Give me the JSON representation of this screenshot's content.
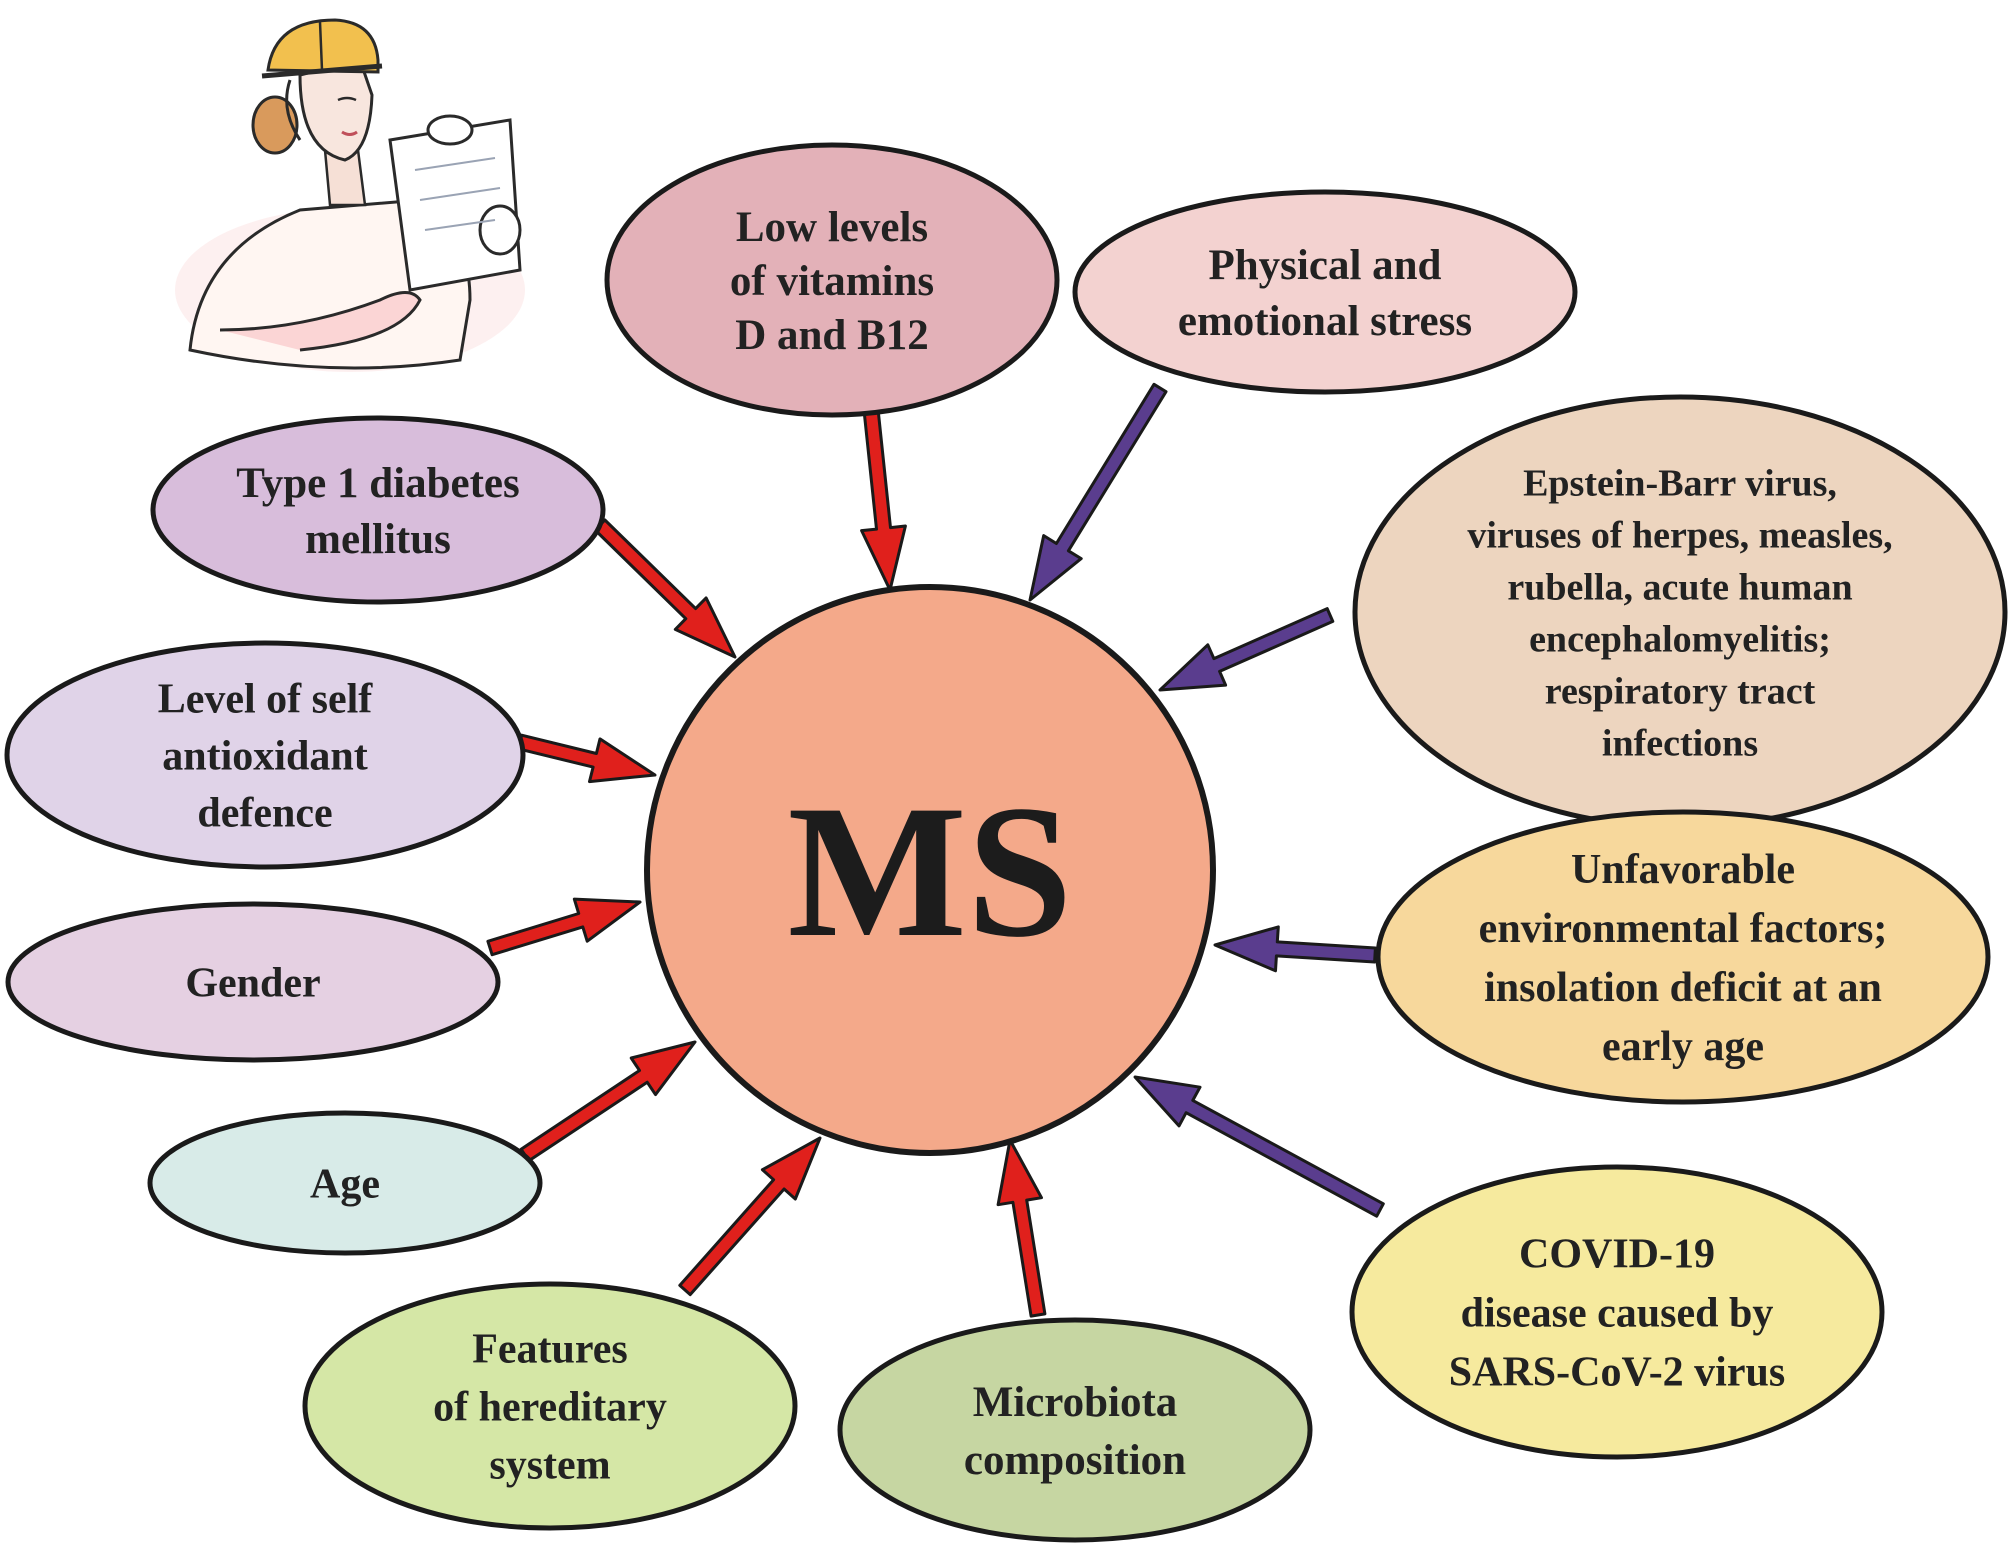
{
  "center": {
    "label": "MS",
    "fill": "#f4a98a"
  },
  "colors": {
    "red_arrow": "#e0201c",
    "purple_arrow": "#5a3d8e",
    "outline": "#1a1a1a"
  },
  "illustration": {
    "icon": "engineer-with-blueprints-icon"
  },
  "nodes": [
    {
      "id": "vitamins",
      "lines": [
        "Low levels",
        "of vitamins",
        "D and B12"
      ],
      "fill": "#e3b1b8",
      "arrow": "red"
    },
    {
      "id": "stress",
      "lines": [
        "Physical and",
        "emotional stress"
      ],
      "fill": "#f3d2d0",
      "arrow": "purple"
    },
    {
      "id": "viruses",
      "lines": [
        "Epstein-Barr virus,",
        "viruses of herpes, measles,",
        "rubella, acute human",
        "encephalomyelitis;",
        "respiratory tract",
        "infections"
      ],
      "fill": "#edd5bf",
      "arrow": "purple"
    },
    {
      "id": "environment",
      "lines": [
        "Unfavorable",
        "environmental factors;",
        "insolation deficit at an",
        "early age"
      ],
      "fill": "#f7d89c",
      "arrow": "purple"
    },
    {
      "id": "covid",
      "lines": [
        "COVID-19",
        "disease caused by",
        "SARS-CoV-2 virus"
      ],
      "fill": "#f6ea9e",
      "arrow": "purple"
    },
    {
      "id": "microbiota",
      "lines": [
        "Microbiota",
        "composition"
      ],
      "fill": "#c6d6a2",
      "arrow": "red"
    },
    {
      "id": "hereditary",
      "lines": [
        "Features",
        "of hereditary",
        "system"
      ],
      "fill": "#d5e7a6",
      "arrow": "red"
    },
    {
      "id": "age",
      "lines": [
        "Age"
      ],
      "fill": "#d8ebe8",
      "arrow": "red"
    },
    {
      "id": "gender",
      "lines": [
        "Gender"
      ],
      "fill": "#e5d0e2",
      "arrow": "red"
    },
    {
      "id": "antioxidant",
      "lines": [
        "Level of self",
        "antioxidant",
        "defence"
      ],
      "fill": "#e0d3e8",
      "arrow": "red"
    },
    {
      "id": "diabetes",
      "lines": [
        "Type 1 diabetes",
        "mellitus"
      ],
      "fill": "#d8bddb",
      "arrow": "red"
    }
  ]
}
